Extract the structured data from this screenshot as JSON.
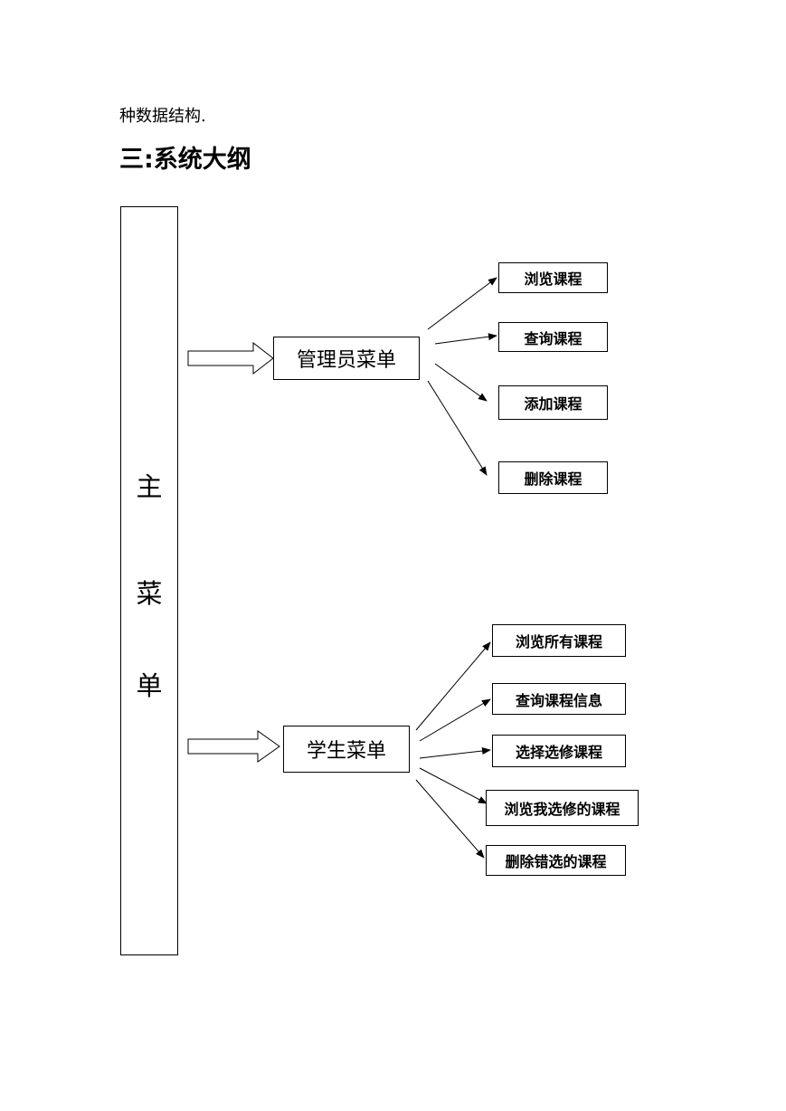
{
  "intro_text": "种数据结构.",
  "heading": "三:系统大纲",
  "main_menu": {
    "chars": [
      "主",
      "菜",
      "单"
    ]
  },
  "admin_menu": {
    "label": "管理员菜单",
    "items": [
      "浏览课程",
      "查询课程",
      "添加课程",
      "删除课程"
    ]
  },
  "student_menu": {
    "label": "学生菜单",
    "items": [
      "浏览所有课程",
      "查询课程信息",
      "选择选修课程",
      "浏览我选修的课程",
      "删除错选的课程"
    ]
  },
  "colors": {
    "line": "#000000",
    "background": "#ffffff"
  }
}
